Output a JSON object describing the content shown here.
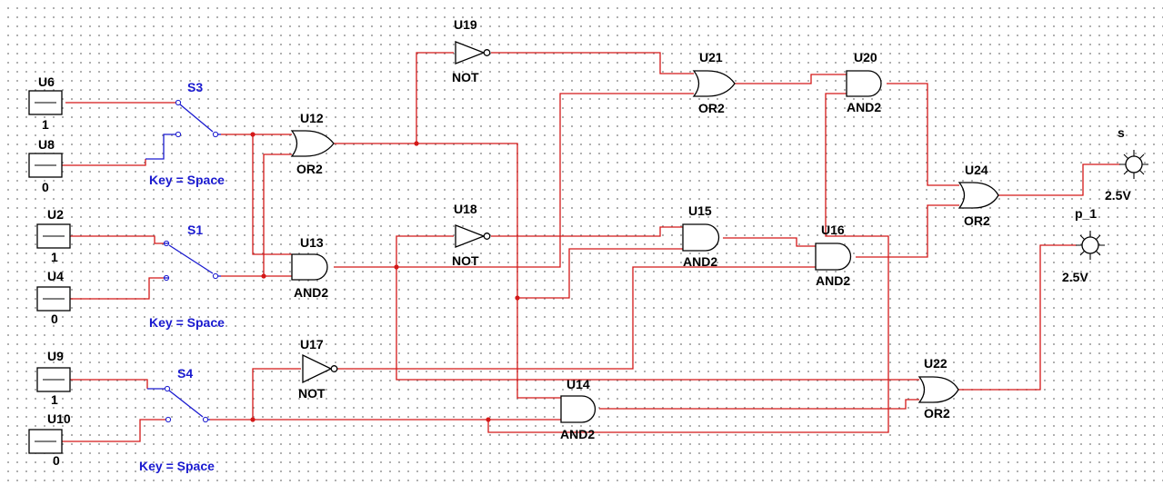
{
  "schematic": {
    "sources": [
      {
        "id": "U6",
        "value": "1"
      },
      {
        "id": "U8",
        "value": "0"
      },
      {
        "id": "U2",
        "value": "1"
      },
      {
        "id": "U4",
        "value": "0"
      },
      {
        "id": "U9",
        "value": "1"
      },
      {
        "id": "U10",
        "value": "0"
      }
    ],
    "switches": [
      {
        "id": "S3",
        "key": "Key = Space"
      },
      {
        "id": "S1",
        "key": "Key = Space"
      },
      {
        "id": "S4",
        "key": "Key = Space"
      }
    ],
    "gates": [
      {
        "id": "U19",
        "type": "NOT"
      },
      {
        "id": "U12",
        "type": "OR2"
      },
      {
        "id": "U13",
        "type": "AND2"
      },
      {
        "id": "U18",
        "type": "NOT"
      },
      {
        "id": "U17",
        "type": "NOT"
      },
      {
        "id": "U21",
        "type": "OR2"
      },
      {
        "id": "U20",
        "type": "AND2"
      },
      {
        "id": "U15",
        "type": "AND2"
      },
      {
        "id": "U16",
        "type": "AND2"
      },
      {
        "id": "U24",
        "type": "OR2"
      },
      {
        "id": "U14",
        "type": "AND2"
      },
      {
        "id": "U22",
        "type": "OR2"
      }
    ],
    "probes": [
      {
        "id": "s",
        "voltage": "2.5V"
      },
      {
        "id": "p_1",
        "voltage": "2.5V"
      }
    ],
    "colors": {
      "wire": "#d41818",
      "switch": "#1a1ad0",
      "symbol": "#000000",
      "background": "#ffffff"
    }
  }
}
